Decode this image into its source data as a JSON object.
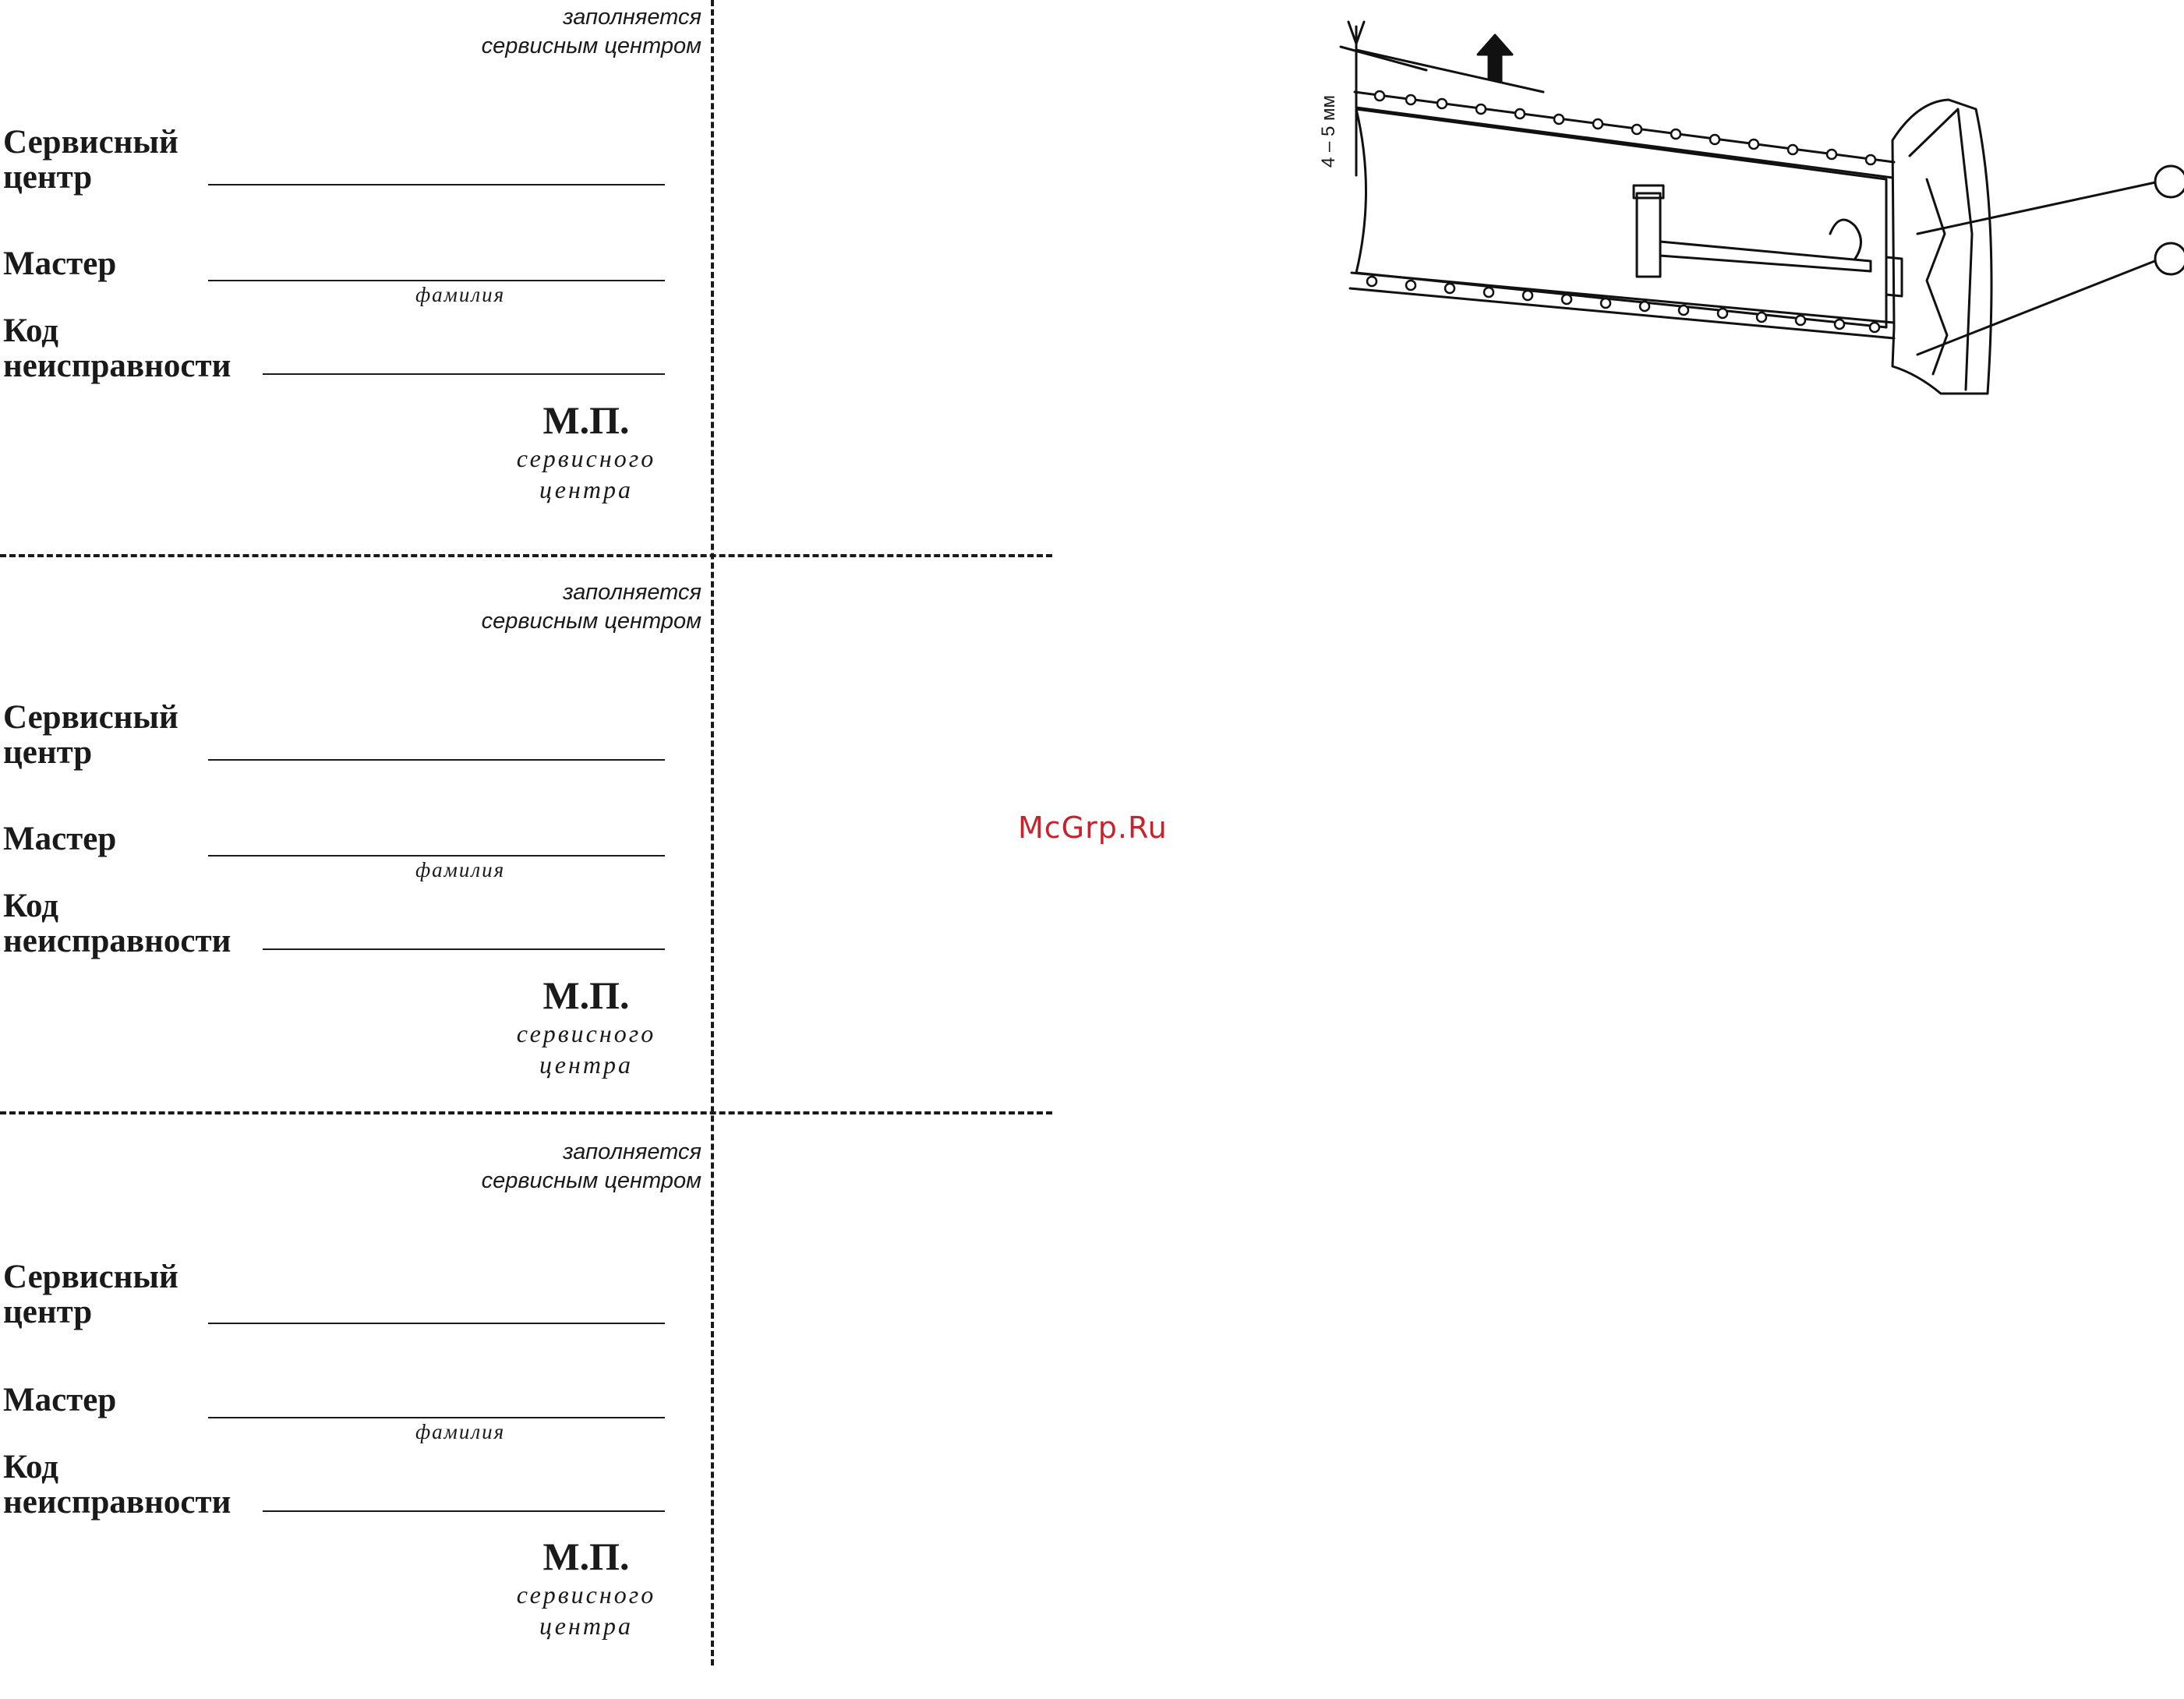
{
  "coupons": [
    {
      "note_line1": "заполняется",
      "note_line2": "сервисным центром",
      "service_center_label": "Сервисный\nцентр",
      "master_label": "Мастер",
      "master_hint": "фамилия",
      "fault_code_label": "Код\nнеисправности",
      "stamp_title": "М.П.",
      "stamp_line1": "сервисного",
      "stamp_line2": "центра"
    },
    {
      "note_line1": "заполняется",
      "note_line2": "сервисным центром",
      "service_center_label": "Сервисный\nцентр",
      "master_label": "Мастер",
      "master_hint": "фамилия",
      "fault_code_label": "Код\nнеисправности",
      "stamp_title": "М.П.",
      "stamp_line1": "сервисного",
      "stamp_line2": "центра"
    },
    {
      "note_line1": "заполняется",
      "note_line2": "сервисным центром",
      "service_center_label": "Сервисный\nцентр",
      "master_label": "Мастер",
      "master_hint": "фамилия",
      "fault_code_label": "Код\nнеисправности",
      "stamp_title": "М.П.",
      "stamp_line1": "сервисного",
      "stamp_line2": "центра"
    }
  ],
  "watermark": "McGrp.Ru",
  "illustration": {
    "dimension_label": "4 – 5 мм"
  }
}
